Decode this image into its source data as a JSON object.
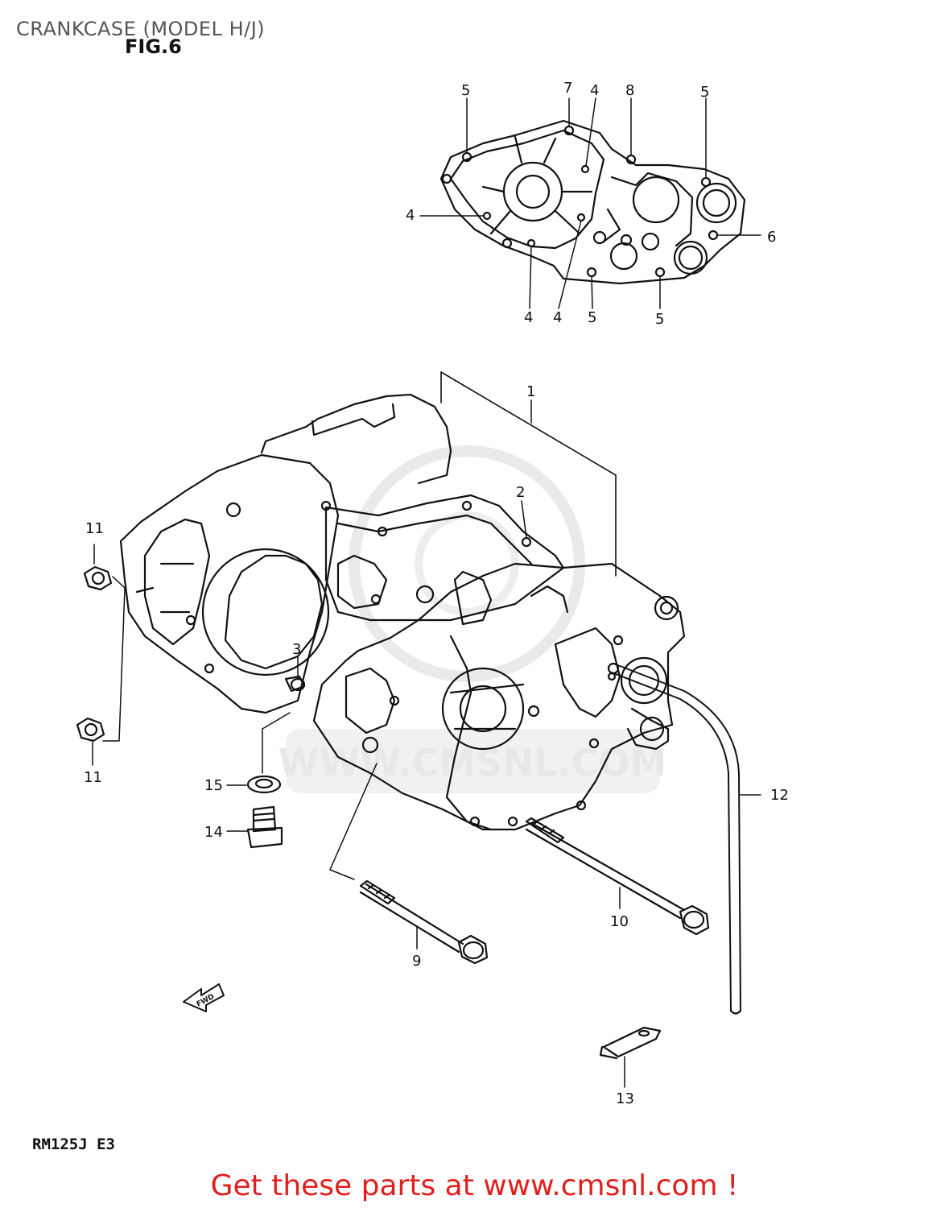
{
  "header": {
    "title": "CRANKCASE (MODEL H/J)",
    "fig_label": "FIG.6"
  },
  "footer": {
    "model_code": "RM125J E3",
    "banner": "Get these parts at www.cmsnl.com !"
  },
  "watermark": "WWW.CMSNL.COM",
  "fwd_arrow_label": "FWD",
  "colors": {
    "banner_text": "#e0201c",
    "line_art": "#111111",
    "title_text": "#555555"
  },
  "callouts": {
    "c5a": "5",
    "c7": "7",
    "c4a": "4",
    "c8": "8",
    "c5b": "5",
    "c4b": "4",
    "c6": "6",
    "c4c": "4",
    "c4d": "4",
    "c5c": "5",
    "c5d": "5",
    "c1": "1",
    "c2": "2",
    "c3": "3",
    "c11a": "11",
    "c11b": "11",
    "c15": "15",
    "c14": "14",
    "c12": "12",
    "c10": "10",
    "c9": "9",
    "c13": "13"
  }
}
